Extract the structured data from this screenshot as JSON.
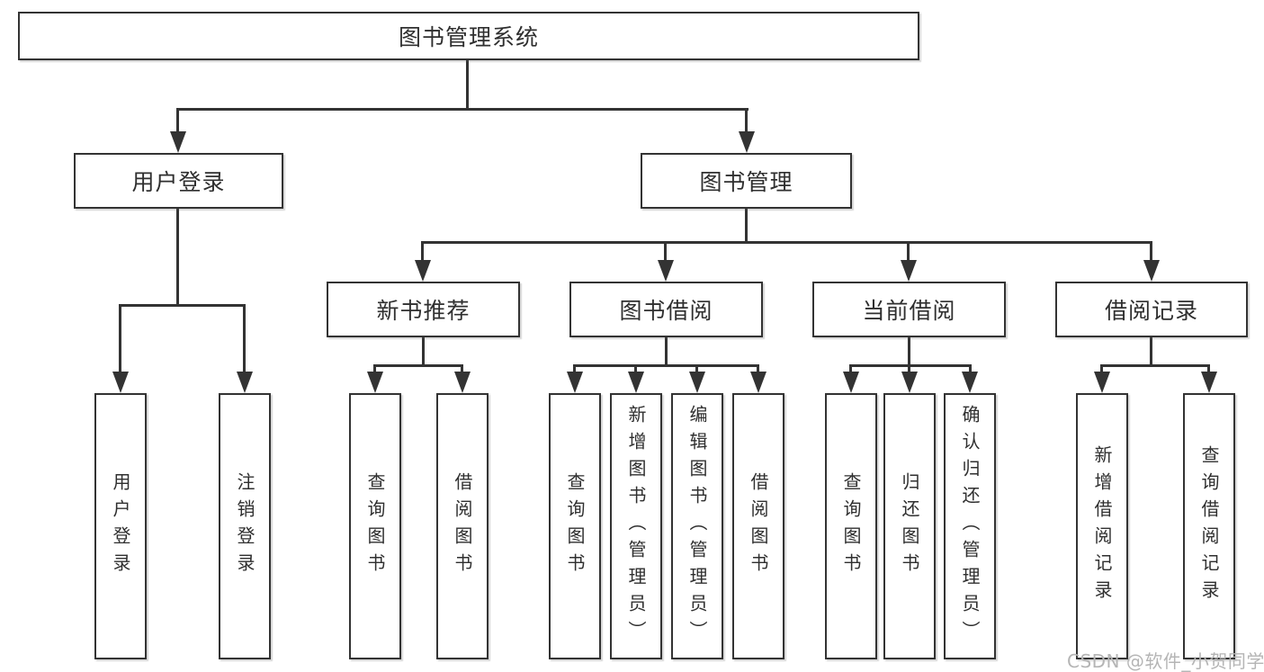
{
  "tree": {
    "label": "图书管理系统",
    "children": [
      {
        "label": "用户登录",
        "children": [
          {
            "label": "用户登录"
          },
          {
            "label": "注销登录"
          }
        ]
      },
      {
        "label": "图书管理",
        "children": [
          {
            "label": "新书推荐",
            "children": [
              {
                "label": "查询图书"
              },
              {
                "label": "借阅图书"
              }
            ]
          },
          {
            "label": "图书借阅",
            "children": [
              {
                "label": "查询图书"
              },
              {
                "label": "新增图书（管理员）"
              },
              {
                "label": "编辑图书（管理员）"
              },
              {
                "label": "借阅图书"
              }
            ]
          },
          {
            "label": "当前借阅",
            "children": [
              {
                "label": "查询图书"
              },
              {
                "label": "归还图书"
              },
              {
                "label": "确认归还（管理员）"
              }
            ]
          },
          {
            "label": "借阅记录",
            "children": [
              {
                "label": "新增借阅记录"
              },
              {
                "label": "查询借阅记录"
              }
            ]
          }
        ]
      }
    ]
  },
  "watermark": {
    "text": "CSDN @软件_小贺同学"
  },
  "colors": {
    "line": "#333333",
    "text": "#2f2f2f",
    "watermark": "#b5b5b5",
    "background": "#ffffff"
  }
}
